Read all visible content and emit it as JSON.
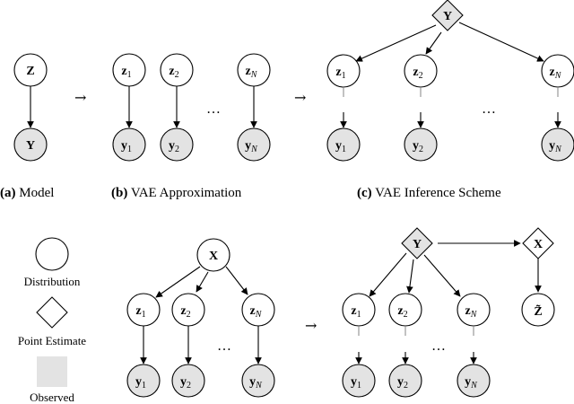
{
  "nodes": {
    "Z": {
      "main": "Z",
      "sub": ""
    },
    "Y": {
      "main": "Y",
      "sub": ""
    },
    "X": {
      "main": "X",
      "sub": ""
    },
    "Ztilde": {
      "main": "Z̃",
      "sub": ""
    },
    "z1": {
      "main": "z",
      "sub": "1"
    },
    "z2": {
      "main": "z",
      "sub": "2"
    },
    "zN": {
      "main": "z",
      "sub": "N"
    },
    "y1": {
      "main": "y",
      "sub": "1"
    },
    "y2": {
      "main": "y",
      "sub": "2"
    },
    "yN": {
      "main": "y",
      "sub": "N"
    }
  },
  "captions": {
    "a": {
      "tag": "(a)",
      "text": " Model"
    },
    "b": {
      "tag": "(b)",
      "text": " VAE Approximation"
    },
    "c": {
      "tag": "(c)",
      "text": " VAE Inference Scheme"
    }
  },
  "legend": {
    "distribution": "Distribution",
    "point_estimate": "Point Estimate",
    "observed": "Observed"
  },
  "symbols": {
    "ellipsis": "…",
    "transition_arrow": "→"
  }
}
